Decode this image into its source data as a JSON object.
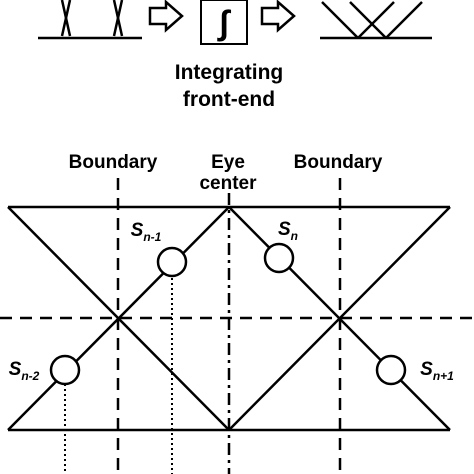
{
  "header": {
    "caption_line1": "Integrating",
    "caption_line2": "front-end",
    "integrator_symbol": "∫"
  },
  "eye": {
    "boundary_left": "Boundary",
    "boundary_right": "Boundary",
    "center_line1": "Eye",
    "center_line2": "center"
  },
  "samples": [
    {
      "base": "S",
      "sub": "n-1"
    },
    {
      "base": "S",
      "sub": "n"
    },
    {
      "base": "S",
      "sub": "n-2"
    },
    {
      "base": "S",
      "sub": "n+1"
    }
  ],
  "colors": {
    "ink": "#000000",
    "background": "#ffffff"
  }
}
